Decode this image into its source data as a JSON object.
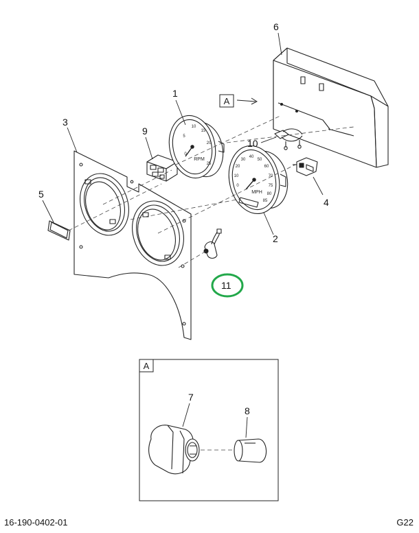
{
  "callouts": {
    "c1": "1",
    "c2": "2",
    "c3": "3",
    "c4": "4",
    "c5": "5",
    "c6": "6",
    "c7": "7",
    "c8": "8",
    "c9": "9",
    "c10": "10",
    "c11": "11"
  },
  "view_label": "A",
  "detail_label": "A",
  "tach": {
    "ticks": [
      "0",
      "5",
      "10",
      "15",
      "20",
      "25"
    ],
    "unit": "RPM"
  },
  "speedo": {
    "ticks": [
      "0",
      "10",
      "20",
      "30",
      "40",
      "50",
      "60",
      "70",
      "75",
      "80",
      "85"
    ],
    "unit": "MPH"
  },
  "footer": {
    "doc_number": "16-190-0402-01",
    "page_code": "G22"
  },
  "colors": {
    "line": "#222222",
    "highlight": "#22a84a"
  }
}
